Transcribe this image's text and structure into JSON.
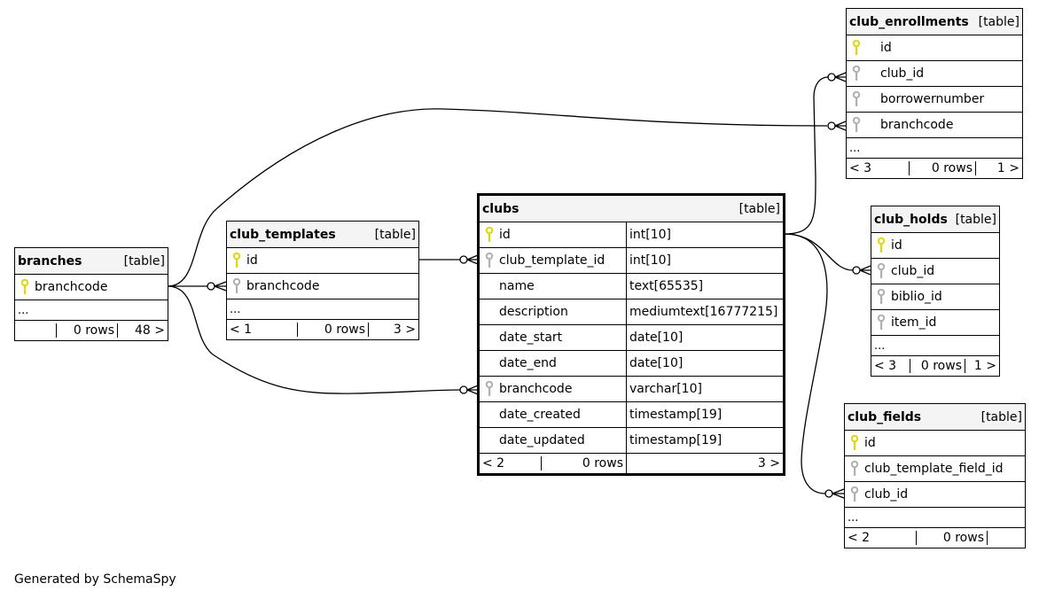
{
  "footer": "Generated by SchemaSpy",
  "colors": {
    "primary_key": "#e0d800",
    "foreign_key": "#b0b0b0",
    "header_bg": "#f4f4f4"
  },
  "tables": {
    "branches": {
      "name": "branches",
      "type": "[table]",
      "columns": [
        {
          "name": "branchcode",
          "key": "primary-key-icon"
        }
      ],
      "ellipsis": "...",
      "footer": {
        "left": "",
        "rows": "0 rows",
        "right": "48 >"
      }
    },
    "club_templates": {
      "name": "club_templates",
      "type": "[table]",
      "columns": [
        {
          "name": "id",
          "key": "primary-key-icon"
        },
        {
          "name": "branchcode",
          "key": "foreign-key-icon"
        }
      ],
      "ellipsis": "...",
      "footer": {
        "left": "< 1",
        "rows": "0 rows",
        "right": "3 >"
      }
    },
    "clubs": {
      "name": "clubs",
      "type": "[table]",
      "columns": [
        {
          "name": "id",
          "datatype": "int[10]",
          "key": "primary-key-icon"
        },
        {
          "name": "club_template_id",
          "datatype": "int[10]",
          "key": "foreign-key-icon"
        },
        {
          "name": "name",
          "datatype": "text[65535]",
          "key": ""
        },
        {
          "name": "description",
          "datatype": "mediumtext[16777215]",
          "key": ""
        },
        {
          "name": "date_start",
          "datatype": "date[10]",
          "key": ""
        },
        {
          "name": "date_end",
          "datatype": "date[10]",
          "key": ""
        },
        {
          "name": "branchcode",
          "datatype": "varchar[10]",
          "key": "foreign-key-icon"
        },
        {
          "name": "date_created",
          "datatype": "timestamp[19]",
          "key": ""
        },
        {
          "name": "date_updated",
          "datatype": "timestamp[19]",
          "key": ""
        }
      ],
      "footer": {
        "left": "< 2",
        "rows": "0 rows",
        "right": "3 >"
      }
    },
    "club_enrollments": {
      "name": "club_enrollments",
      "type": "[table]",
      "columns": [
        {
          "name": "id",
          "key": "primary-key-icon"
        },
        {
          "name": "club_id",
          "key": "foreign-key-icon"
        },
        {
          "name": "borrowernumber",
          "key": "foreign-key-icon"
        },
        {
          "name": "branchcode",
          "key": "foreign-key-icon"
        }
      ],
      "ellipsis": "...",
      "footer": {
        "left": "< 3",
        "rows": "0 rows",
        "right": "1 >"
      }
    },
    "club_holds": {
      "name": "club_holds",
      "type": "[table]",
      "columns": [
        {
          "name": "id",
          "key": "primary-key-icon"
        },
        {
          "name": "club_id",
          "key": "foreign-key-icon"
        },
        {
          "name": "biblio_id",
          "key": "foreign-key-icon"
        },
        {
          "name": "item_id",
          "key": "foreign-key-icon"
        }
      ],
      "ellipsis": "...",
      "footer": {
        "left": "< 3",
        "rows": "0 rows",
        "right": "1 >"
      }
    },
    "club_fields": {
      "name": "club_fields",
      "type": "[table]",
      "columns": [
        {
          "name": "id",
          "key": "primary-key-icon"
        },
        {
          "name": "club_template_field_id",
          "key": "foreign-key-icon"
        },
        {
          "name": "club_id",
          "key": "foreign-key-icon"
        }
      ],
      "ellipsis": "...",
      "footer": {
        "left": "< 2",
        "rows": "0 rows",
        "right": ""
      }
    }
  },
  "relationships": [
    {
      "from": "branches.branchcode",
      "to": "club_templates.branchcode",
      "cardinality": "one-to-zero-or-many"
    },
    {
      "from": "branches.branchcode",
      "to": "clubs.branchcode",
      "cardinality": "one-to-zero-or-many"
    },
    {
      "from": "branches.branchcode",
      "to": "club_enrollments.branchcode",
      "cardinality": "one-to-zero-or-many"
    },
    {
      "from": "club_templates.id",
      "to": "clubs.club_template_id",
      "cardinality": "one-to-zero-or-many"
    },
    {
      "from": "clubs.id",
      "to": "club_enrollments.club_id",
      "cardinality": "one-to-zero-or-many"
    },
    {
      "from": "clubs.id",
      "to": "club_holds.club_id",
      "cardinality": "one-to-zero-or-many"
    },
    {
      "from": "clubs.id",
      "to": "club_fields.club_id",
      "cardinality": "one-to-zero-or-many"
    }
  ]
}
